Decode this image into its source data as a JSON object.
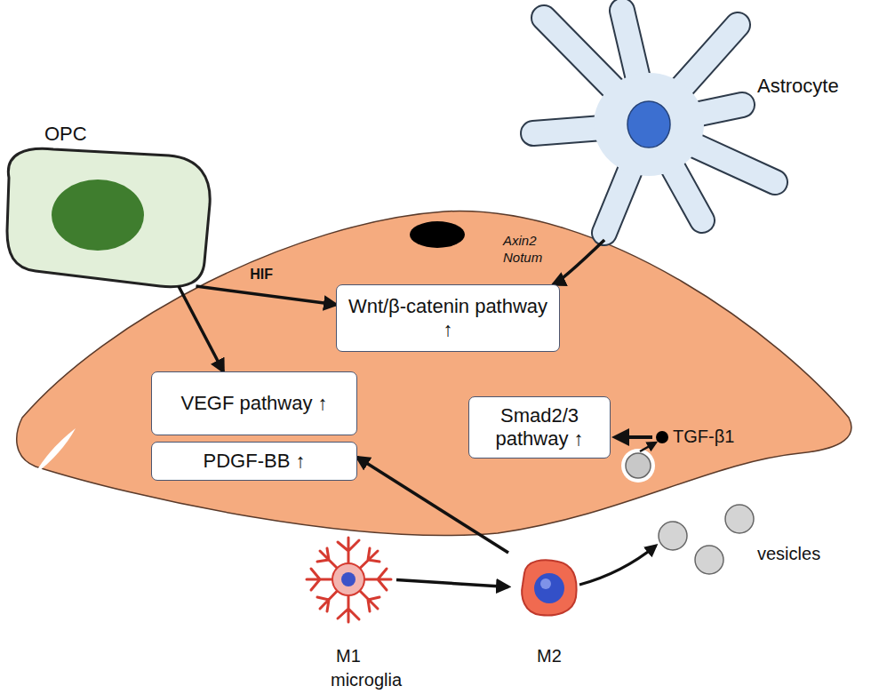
{
  "diagram": {
    "nodes": [
      {
        "text": [
          "OPC"
        ]
      },
      {
        "text": [
          "Astrocyte"
        ]
      },
      {
        "text": [
          "Wnt/β-catenin pathway ↑"
        ]
      },
      {
        "text": [
          "VEGF pathway ↑"
        ]
      },
      {
        "text": [
          "PDGF-BB ↑"
        ]
      },
      {
        "text": [
          "Smad2/3 pathway ↑"
        ]
      },
      {
        "text": [
          "M1"
        ]
      },
      {
        "text": [
          "M2"
        ]
      }
    ],
    "edges": [
      {
        "from": 0,
        "to": 2,
        "arrow": "to",
        "label": "HIF"
      },
      {
        "from": 0,
        "to": 3,
        "arrow": "to"
      },
      {
        "from": 1,
        "to": 2,
        "arrow": "to"
      },
      {
        "from": 6,
        "to": 7,
        "arrow": "to"
      },
      {
        "from": 7,
        "to": 4,
        "arrow": "to"
      }
    ],
    "labels": [
      "Axin2",
      "Notum",
      "TGF-β1",
      "vesicles",
      "microglia"
    ]
  }
}
